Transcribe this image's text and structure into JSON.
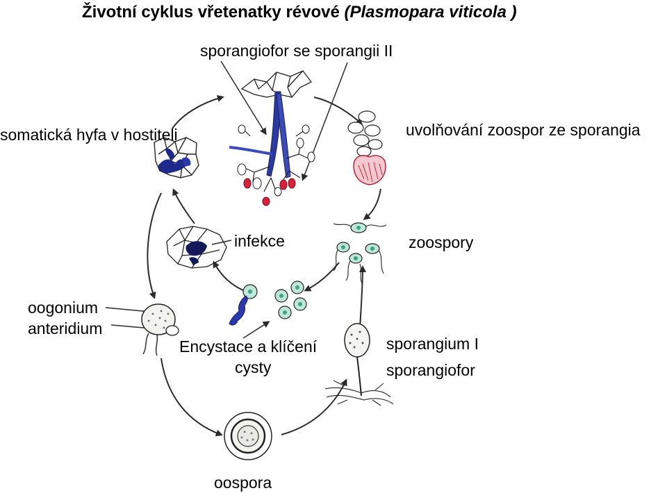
{
  "title": {
    "main": "Životní cyklus vřetenatky révové",
    "latin": "(Plasmopara viticola )"
  },
  "labels": {
    "sporangiofor_II": "sporangiofor se sporangii II",
    "somaticka_hyfa": "somatická hyfa v hostiteli",
    "uvolnovani": "uvolňování zoospor ze sporangia",
    "infekce": "infekce",
    "zoospory": "zoospory",
    "oogonium": "oogonium",
    "anteridium": "anteridium",
    "encystace_line1": "Encystace a klíčení",
    "encystace_line2": "cysty",
    "sporangium_I": "sporangium I",
    "sporangiofor": "sporangiofor",
    "oospora": "oospora"
  },
  "colors": {
    "hyphae_blue": "#1d2a8c",
    "sporangia_red": "#d8213a",
    "zoospore_green": "#3aa58a",
    "outline": "#222222",
    "arrow": "#2a2a2a"
  }
}
